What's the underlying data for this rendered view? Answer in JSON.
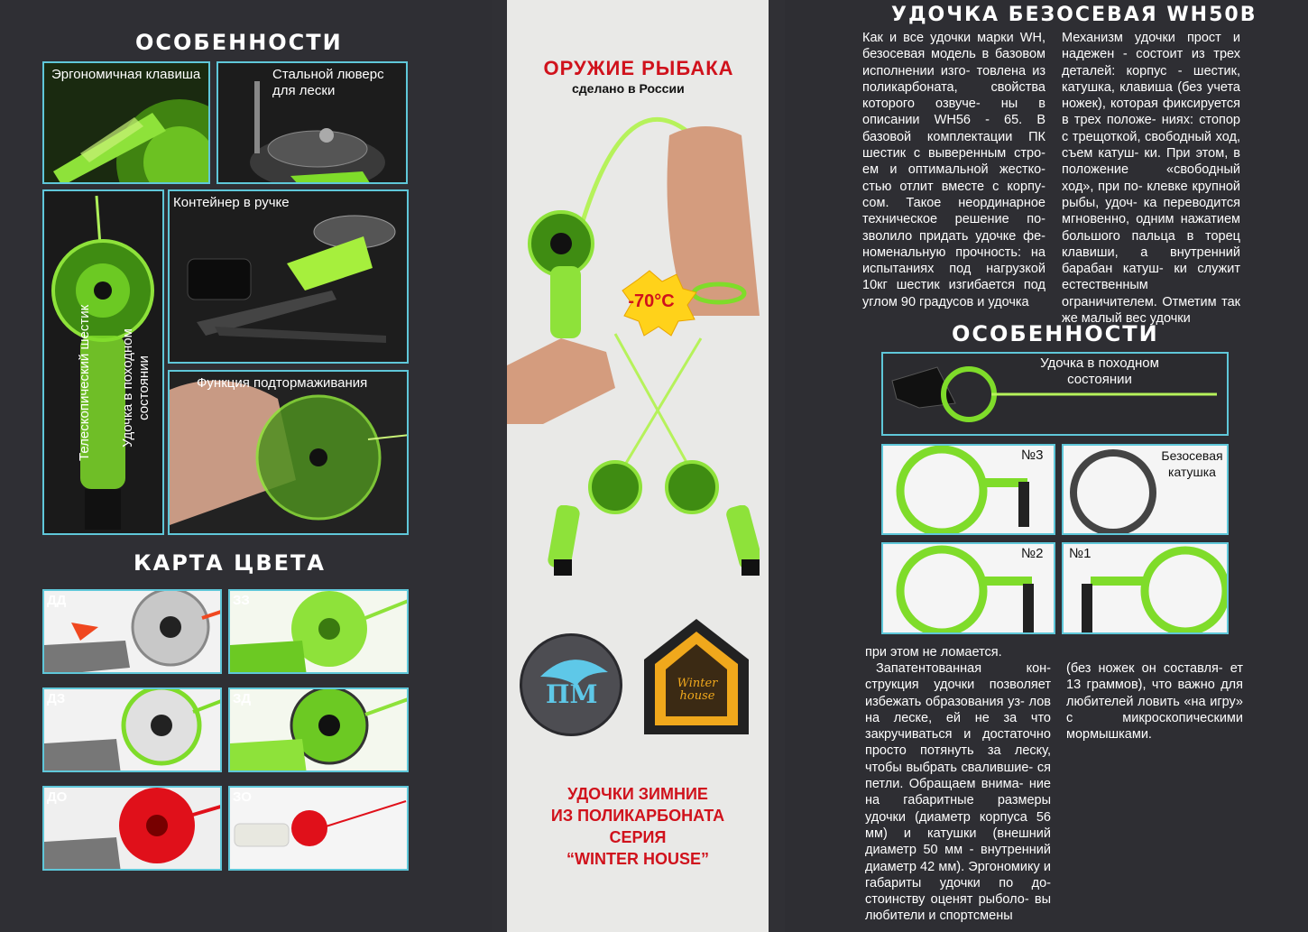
{
  "left": {
    "features_title": "ОСОБЕННОСТИ",
    "f1": "Эргономичная клавиша",
    "f2": "Стальной люверс для лески",
    "f3": "Контейнер в ручке",
    "f4": "Функция подтормаживания",
    "f5a": "Телескопический шестик",
    "f5b": "Удочка в походном состоянии",
    "colors_title": "КАРТА ЦВЕТА",
    "swatches": [
      "ДД",
      "ЗЗ",
      "ДЗ",
      "ЗД",
      "ДО",
      "ЗО"
    ]
  },
  "middle": {
    "headline": "ОРУЖИЕ РЫБАКА",
    "subline": "сделано в России",
    "temp_badge": "-70°C",
    "logo1": "ПМ",
    "logo2": "Winter house",
    "footer_l1": "УДОЧКИ ЗИМНИЕ",
    "footer_l2": "ИЗ ПОЛИКАРБОНАТА",
    "footer_l3": "СЕРИЯ",
    "footer_l4": "“WINTER HOUSE”"
  },
  "right": {
    "title": "УДОЧКА БЕЗОСЕВАЯ WH50B",
    "col1_top": "Как и все удочки марки WH, безосевая модель в базовом исполнении изго- товлена из поликарбоната, свойства которого озвуче- ны в описании WH56 - 65. В базовой комплектации ПК шестик с выверенным стро- ем и оптимальной жестко- стью отлит вместе с корпу- сом. Такое неординарное техническое решение по- зволило придать удочке фе- номенальную прочность: на испытаниях под нагрузкой 10кг шестик изгибается под углом 90 градусов и удочка",
    "col2_top": "Механизм удочки прост и надежен - состоит из трех деталей: корпус - шестик, катушка, клавиша (без учета ножек), которая фиксируется в трех положе- ниях: стопор с трещоткой, свободный ход, съем катуш- ки. При этом, в положение «свободный ход», при по- клевке крупной рыбы, удоч- ка переводится мгновенно, одним нажатием большого пальца в торец клавиши, а внутренний барабан катуш- ки служит естественным ограничителем. Отметим так же малый вес удочки",
    "features_title": "ОСОБЕННОСТИ",
    "r1": "Удочка в походном состоянии",
    "r2": "№3",
    "r3": "Безосевая катушка",
    "r4": "№2",
    "r5": "№1",
    "col1_bottom_first": "при этом не ломается.",
    "col1_bottom": "Запатентованная кон- струкция удочки позволяет избежать образования уз- лов на леске, ей не за что закручиваться и достаточно просто потянуть за леску, чтобы выбрать свалившие- ся петли. Обращаем внима- ние на габаритные размеры удочки (диаметр корпуса 56 мм) и катушки (внешний диаметр 50 мм - внутренний диаметр 42 мм). Эргономику и габариты удочки по до- стоинству оценят рыболо- вы любители и спортсмены",
    "col2_bottom": "(без ножек он составля- ет 13 граммов), что важно для любителей ловить «на игру» с микроскопическими мормышками."
  },
  "colors": {
    "frame": "#5fc7d9",
    "accent_red": "#d0121c",
    "green": "#7fdc2a"
  }
}
